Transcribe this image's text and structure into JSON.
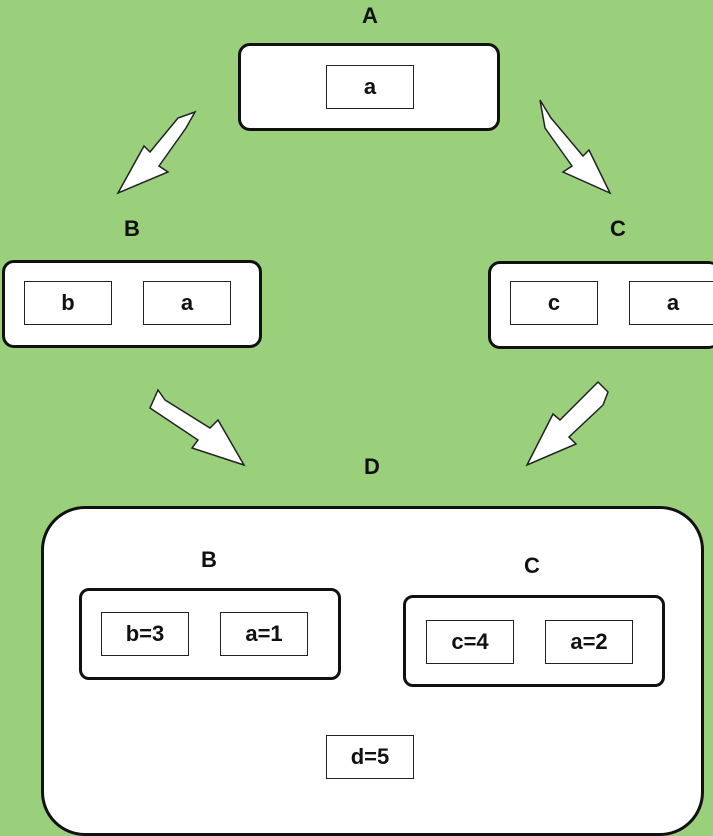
{
  "nodes": {
    "A": {
      "title": "A",
      "fields": [
        "a"
      ]
    },
    "B": {
      "title": "B",
      "fields": [
        "b",
        "a"
      ]
    },
    "C": {
      "title": "C",
      "fields": [
        "c",
        "a"
      ]
    },
    "D": {
      "title": "D",
      "B": {
        "title": "B",
        "fields": [
          "b=3",
          "a=1"
        ]
      },
      "C": {
        "title": "C",
        "fields": [
          "c=4",
          "a=2"
        ]
      },
      "own_field": "d=5"
    }
  },
  "colors": {
    "background": "#9acf7c",
    "box": "#ffffff",
    "stroke": "#111111"
  },
  "edges": [
    {
      "from": "A",
      "to": "B"
    },
    {
      "from": "A",
      "to": "C"
    },
    {
      "from": "B",
      "to": "D"
    },
    {
      "from": "C",
      "to": "D"
    }
  ]
}
